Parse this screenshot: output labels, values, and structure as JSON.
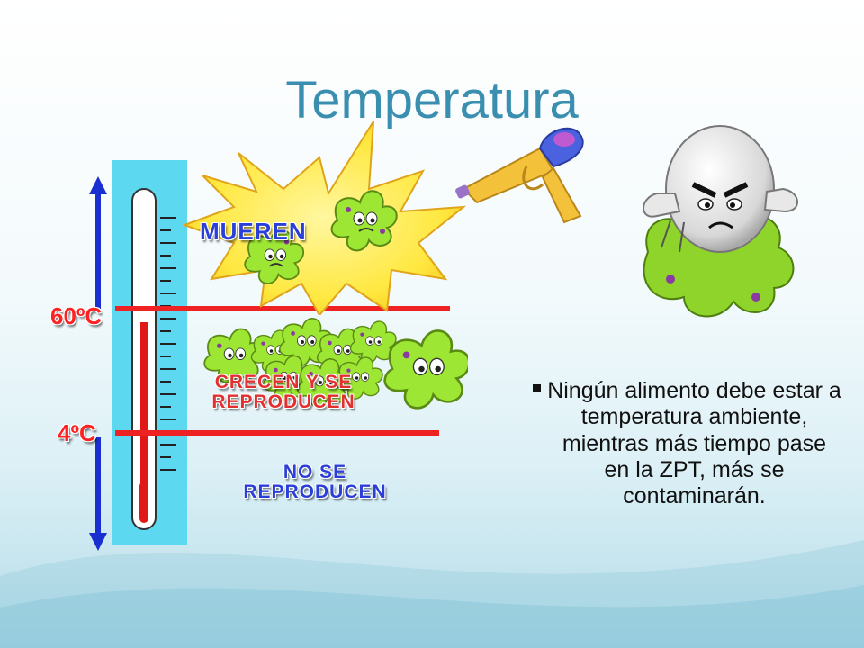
{
  "slide": {
    "title": "Temperatura"
  },
  "thermometer": {
    "upper_limit": "60ºC",
    "lower_limit": "4ºC"
  },
  "zones": {
    "hot": "MUEREN",
    "danger_line1": "CRECEN Y SE",
    "danger_line2": "REPRODUCEN",
    "cold_line1": "NO SE",
    "cold_line2": "REPRODUCEN"
  },
  "note": {
    "text": "Ningún alimento debe estar a temperatura ambiente, mientras más tiempo pase en la ZPT, más se contaminarán."
  },
  "colors": {
    "title": "#3a8fb0",
    "limit_line": "#ee2222",
    "arrow": "#1a2fd0",
    "thermo_panel": "#5cd8f0",
    "germ": "#9ee634"
  }
}
